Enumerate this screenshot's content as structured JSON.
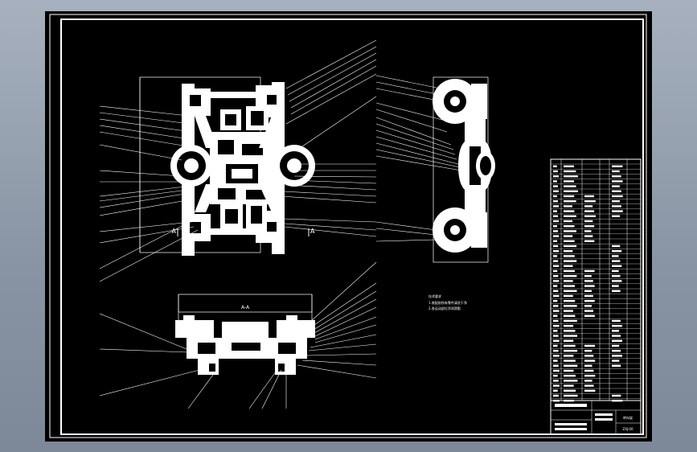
{
  "view_title": "A-A",
  "section_marks": [
    "A",
    "A"
  ],
  "tech_note": {
    "heading": "技术要求",
    "lines": [
      "1.装配前所有零件清洗干净",
      "2.各运动部位涂润滑脂"
    ]
  },
  "title_block": {
    "drawing_name": "转向架",
    "drawing_code": "ZXJ-00"
  },
  "colors": {
    "frame": "#ffffff",
    "background": "#000000",
    "part": "#ffffff"
  }
}
